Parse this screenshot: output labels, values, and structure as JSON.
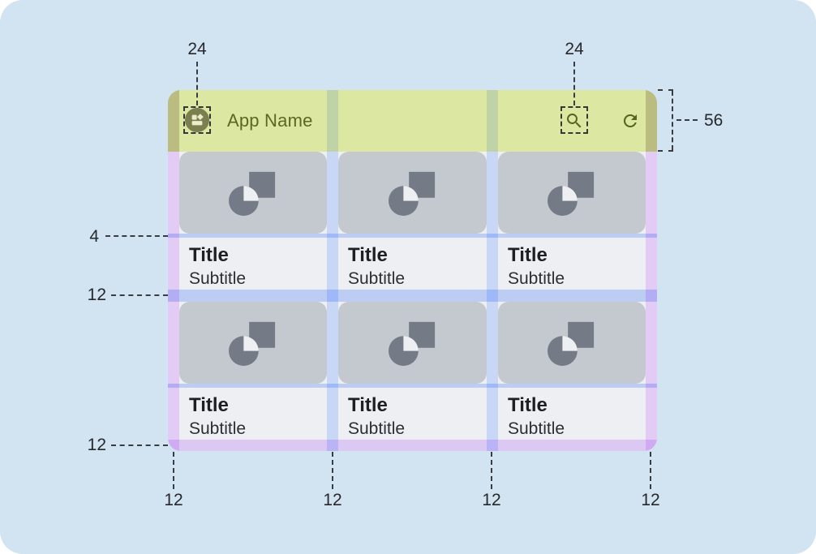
{
  "app": {
    "name": "App Name",
    "cards": [
      {
        "title": "Title",
        "subtitle": "Subtitle"
      },
      {
        "title": "Title",
        "subtitle": "Subtitle"
      },
      {
        "title": "Title",
        "subtitle": "Subtitle"
      },
      {
        "title": "Title",
        "subtitle": "Subtitle"
      },
      {
        "title": "Title",
        "subtitle": "Subtitle"
      },
      {
        "title": "Title",
        "subtitle": "Subtitle"
      }
    ]
  },
  "icons": {
    "avatar": "dashboard-tiles-icon",
    "appbar_actions": [
      "search-icon",
      "refresh-icon"
    ],
    "card_media": "image-placeholder-icon"
  },
  "annotations": {
    "menu_icon_size": "24",
    "search_icon_size": "24",
    "appbar_height": "56",
    "media_text_gap": "4",
    "row_gap": "12",
    "bottom_margin": "12",
    "bottom_spacings": [
      "12",
      "12",
      "12",
      "12"
    ]
  },
  "colors": {
    "page_background": "#d2e3f1",
    "appbar": "#dce7a2",
    "surface": "#edeff3",
    "card_media": "#c4c9cf",
    "margin_overlay": "#e2cbf4",
    "gutter_overlay": "#c9d7f7",
    "margin_over_appbar": "#bbbd80",
    "gutter_over_appbar": "#bfd3a6",
    "appbar_text": "#5a6822",
    "annotation_ink": "#26282b"
  }
}
